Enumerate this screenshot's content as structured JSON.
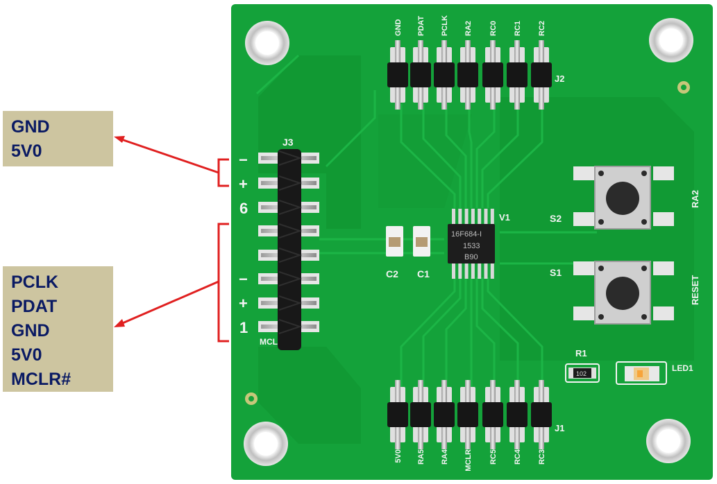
{
  "callouts": {
    "top": [
      "GND",
      "5V0"
    ],
    "bottom": [
      "PCLK",
      "PDAT",
      "GND",
      "5V0",
      "MCLR#"
    ]
  },
  "board": {
    "colors": {
      "pcb": "#14a23a",
      "pcb_dark": "#0d8a2e",
      "trace": "#1bb344",
      "silk": "#f4f4f4",
      "pad": "#d8d8d8",
      "arrow": "#e02020"
    },
    "j2": {
      "ref": "J2",
      "pins": [
        "GND",
        "PDAT",
        "PCLK",
        "RA2",
        "RC0",
        "RC1",
        "RC2"
      ]
    },
    "j1": {
      "ref": "J1",
      "pins": [
        "5V0",
        "RA5",
        "RA4",
        "MCLR",
        "RC5",
        "RC4",
        "RC3"
      ]
    },
    "j3": {
      "ref": "J3",
      "marks": [
        "−",
        "+",
        "6",
        "−",
        "+",
        "1"
      ],
      "mclr_label": "MCL"
    },
    "chip": {
      "ref": "V1",
      "lines": [
        "16F684-I",
        "1533",
        "B90"
      ]
    },
    "caps": [
      "C2",
      "C1"
    ],
    "switches": {
      "s2": "S2",
      "s1": "S1",
      "s2_net": "RA2",
      "s1_net": "RESET"
    },
    "resistor": {
      "ref": "R1",
      "value": "102"
    },
    "led": "LED1"
  }
}
